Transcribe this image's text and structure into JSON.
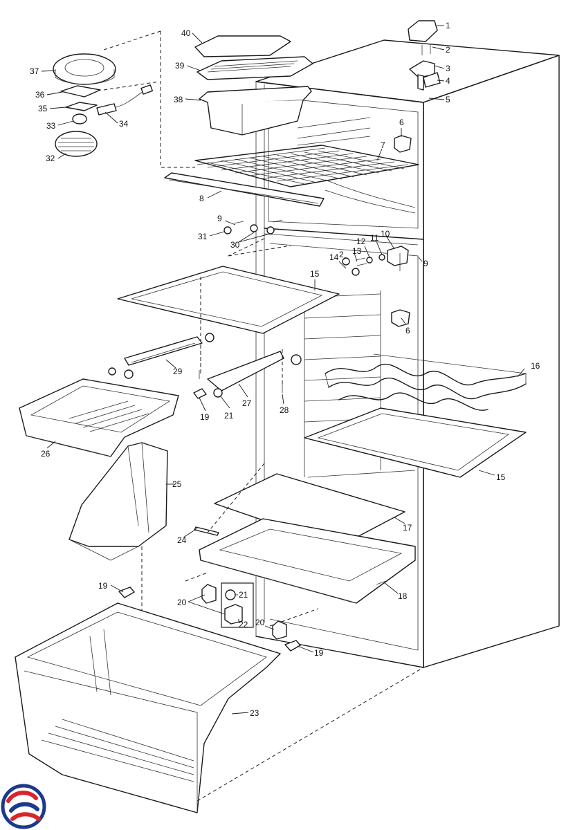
{
  "diagram": {
    "type": "exploded-parts-view",
    "colors": {
      "line": "#1a1a1a",
      "logo_blue": "#1b3a8c",
      "logo_red": "#d9252a"
    },
    "part_labels": [
      "1",
      "2",
      "3",
      "4",
      "5",
      "6",
      "7",
      "8",
      "9",
      "31",
      "30",
      "10",
      "11",
      "12",
      "13",
      "2",
      "14",
      "9",
      "15",
      "6",
      "16",
      "29",
      "27",
      "28",
      "21",
      "19",
      "26",
      "15",
      "25",
      "17",
      "24",
      "18",
      "19",
      "20",
      "21",
      "22",
      "20",
      "19",
      "23",
      "40",
      "39",
      "37",
      "38",
      "36",
      "35",
      "33",
      "34",
      "32"
    ],
    "logo": {
      "icon": "brand-swirl-logo"
    }
  }
}
